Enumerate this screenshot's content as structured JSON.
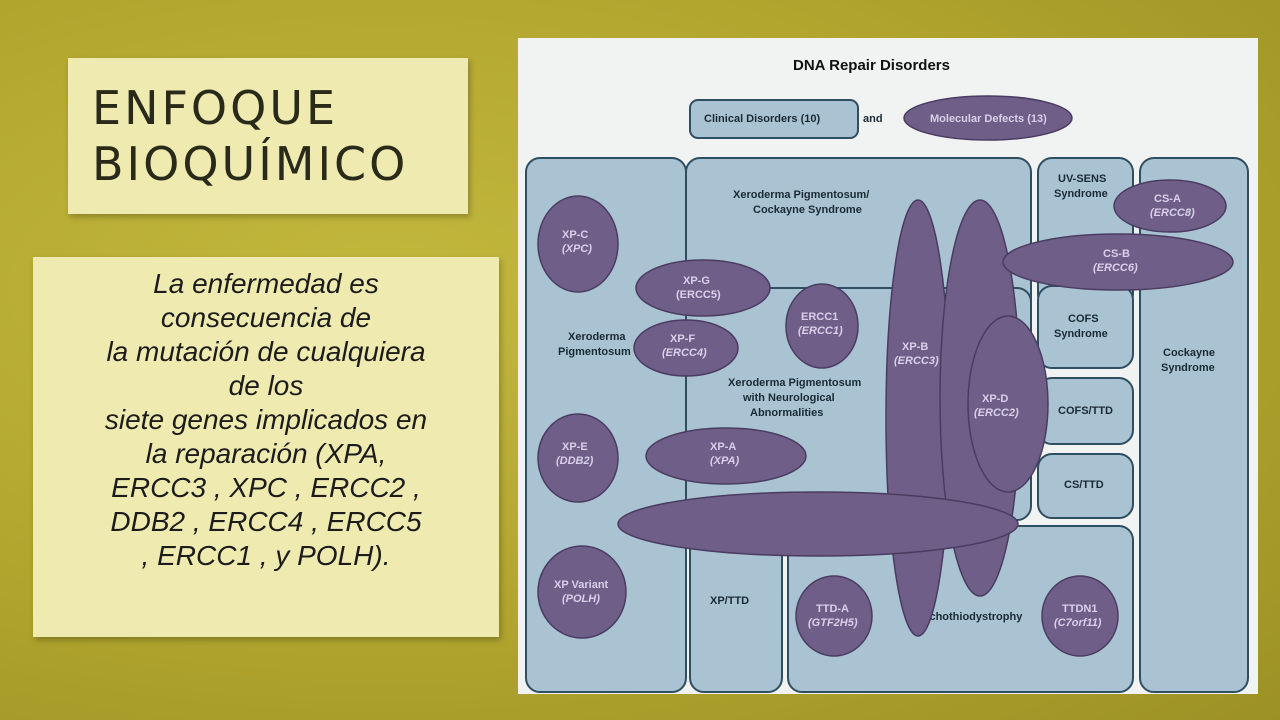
{
  "slide": {
    "title_line1": "ENFOQUE",
    "title_line2": "BIOQUÍMICO",
    "body_lines": [
      "La enfermedad es",
      "consecuencia de",
      "la mutación de cualquiera",
      "de los",
      "siete genes implicados en",
      "la reparación (XPA,",
      "ERCC3 , XPC , ERCC2 ,",
      "DDB2 , ERCC4 , ERCC5",
      ", ERCC1 , y POLH)."
    ]
  },
  "diagram": {
    "title": "DNA Repair Disorders",
    "legend_clinical": "Clinical Disorders (10)",
    "legend_and": "and",
    "legend_molecular": "Molecular Defects (13)",
    "boxes": {
      "xp_cs_1": "Xeroderma Pigmentosum/",
      "xp_cs_2": "Cockayne Syndrome",
      "xp_1": "Xeroderma",
      "xp_2": "Pigmentosum",
      "xpna_1": "Xeroderma Pigmentosum",
      "xpna_2": "with Neurological",
      "xpna_3": "Abnormalities",
      "uvsens_1": "UV-SENS",
      "uvsens_2": "Syndrome",
      "cofs_1": "COFS",
      "cofs_2": "Syndrome",
      "cofs_ttd": "COFS/TTD",
      "cs_ttd": "CS/TTD",
      "cockayne_1": "Cockayne",
      "cockayne_2": "Syndrome",
      "xp_ttd": "XP/TTD",
      "trichothiodystrophy": "Trichothiodystrophy"
    },
    "genes": {
      "xpc_name": "XP-C",
      "xpc_gene": "(XPC)",
      "xpg_name": "XP-G",
      "xpg_gene": "(ERCC5)",
      "xpf_name": "XP-F",
      "xpf_gene": "(ERCC4)",
      "ercc1_name": "ERCC1",
      "ercc1_gene": "(ERCC1)",
      "xpb_name": "XP-B",
      "xpb_gene": "(ERCC3)",
      "xpd_name": "XP-D",
      "xpd_gene": "(ERCC2)",
      "xpe_name": "XP-E",
      "xpe_gene": "(DDB2)",
      "xpa_name": "XP-A",
      "xpa_gene": "(XPA)",
      "xpv_name": "XP Variant",
      "xpv_gene": "(POLH)",
      "csa_name": "CS-A",
      "csa_gene": "(ERCC8)",
      "csb_name": "CS-B",
      "csb_gene": "(ERCC6)",
      "ttda_name": "TTD-A",
      "ttda_gene": "(GTF2H5)",
      "ttdn1_name": "TTDN1",
      "ttdn1_gene": "(C7orf11)"
    }
  }
}
